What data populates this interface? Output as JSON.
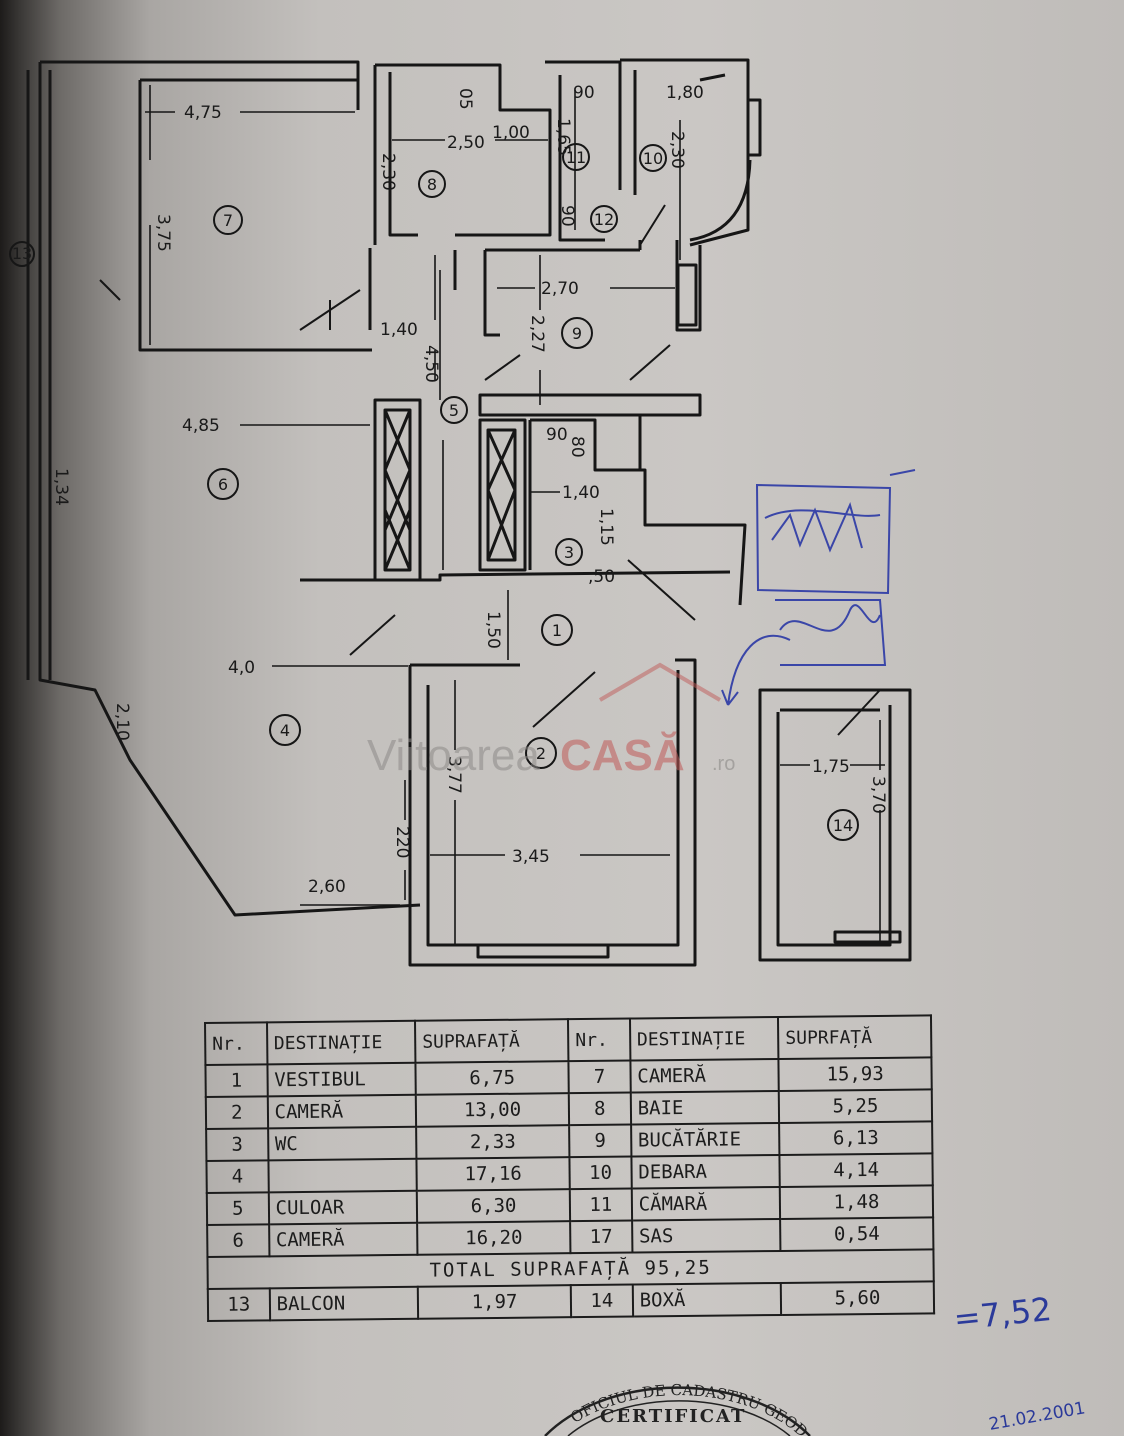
{
  "plan": {
    "dimensions": {
      "d475": "4,75",
      "d375": "3,75",
      "d250": "2,50",
      "d100": "1,00",
      "d05": "05",
      "d230a": "2,30",
      "d90a": "90",
      "d165": "1,65",
      "d180": "1,80",
      "d230b": "2,30",
      "d90b": "90",
      "d270": "2,70",
      "d140a": "1,40",
      "d227": "2,27",
      "d450": "4,50",
      "d485": "4,85",
      "d134": "1,34",
      "d90c": "90",
      "d80": "80",
      "d140b": "1,40",
      "d115": "1,15",
      "d050": ",50",
      "d150": "1,50",
      "d400": "4,0",
      "d210": "2,10",
      "d377": "3,77",
      "d220": "220",
      "d345": "3,45",
      "d260": "2,60",
      "d175": "1,75",
      "d370": "3,70"
    },
    "room_numbers": [
      "7",
      "8",
      "11",
      "10",
      "12",
      "13",
      "9",
      "5",
      "6",
      "3",
      "1",
      "4",
      "2",
      "14"
    ]
  },
  "watermark": {
    "part1": "Viitoarea",
    "part2": "CASĂ",
    "part3": ".ro"
  },
  "annotations": {
    "handwritten_total": "=7,52",
    "date": "21.02.2001"
  },
  "stamp": {
    "ring_text": "OFICIUL DE CADASTRU GEODEZIE",
    "center_text": "CERTIFICAT"
  },
  "area_table": {
    "headers": {
      "nr": "Nr.",
      "dest": "DESTINAȚIE",
      "sup": "SUPRAFAȚĂ",
      "nr2": "Nr.",
      "dest2": "DESTINAȚIE",
      "sup2": "SUPRFAȚĂ"
    },
    "rows": [
      {
        "nr": "1",
        "dest": "VESTIBUL",
        "sup": "6,75",
        "nr2": "7",
        "dest2": "CAMERĂ",
        "sup2": "15,93"
      },
      {
        "nr": "2",
        "dest": "CAMERĂ",
        "sup": "13,00",
        "nr2": "8",
        "dest2": "BAIE",
        "sup2": "5,25"
      },
      {
        "nr": "3",
        "dest": "WC",
        "sup": "2,33",
        "nr2": "9",
        "dest2": "BUCĂTĂRIE",
        "sup2": "6,13"
      },
      {
        "nr": "4",
        "dest": "",
        "sup": "17,16",
        "nr2": "10",
        "dest2": "DEBARA",
        "sup2": "4,14"
      },
      {
        "nr": "5",
        "dest": "CULOAR",
        "sup": "6,30",
        "nr2": "11",
        "dest2": "CĂMARĂ",
        "sup2": "1,48"
      },
      {
        "nr": "6",
        "dest": "CAMERĂ",
        "sup": "16,20",
        "nr2": "17",
        "dest2": "SAS",
        "sup2": "0,54"
      }
    ],
    "total": "TOTAL SUPRAFAȚĂ 95,25",
    "extra": {
      "nr": "13",
      "dest": "BALCON",
      "sup": "1,97",
      "nr2": "14",
      "dest2": "BOXĂ",
      "sup2": "5,60"
    }
  }
}
